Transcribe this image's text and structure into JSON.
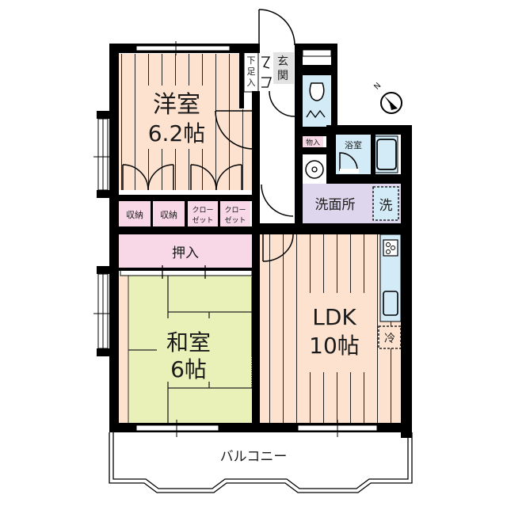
{
  "floorplan": {
    "colors": {
      "wall": "#000000",
      "wood_floor": "#fde3cf",
      "tatami": "#e9f0b8",
      "storage": "#f8d8e6",
      "wet_area": "#d3ebf7",
      "washroom": "#ddd6ec",
      "entrance": "#e2e2e2",
      "corridor": "#ffffff"
    },
    "rooms": {
      "western_room": {
        "name": "洋室",
        "size": "6.2帖"
      },
      "japanese_room": {
        "name": "和室",
        "size": "6帖"
      },
      "ldk": {
        "name": "LDK",
        "size": "10帖"
      },
      "washroom": {
        "name": "洗面所"
      },
      "bathroom": {
        "name": "浴室"
      },
      "entrance": {
        "name": "玄関"
      },
      "shoe_storage": {
        "name": "下足入"
      },
      "storage_small": {
        "name": "物入"
      },
      "oshiire": {
        "name": "押入"
      },
      "balcony": {
        "name": "バルコニー"
      }
    },
    "closets": [
      {
        "name": "収納"
      },
      {
        "name": "収納"
      },
      {
        "name": "クロー\nゼット",
        "line1": "クロー",
        "line2": "ゼット"
      },
      {
        "name": "クロー\nゼット",
        "line1": "クロー",
        "line2": "ゼット"
      }
    ],
    "fixtures": {
      "washing_machine": "洗",
      "refrigerator": "冷",
      "compass_label": "N"
    }
  }
}
